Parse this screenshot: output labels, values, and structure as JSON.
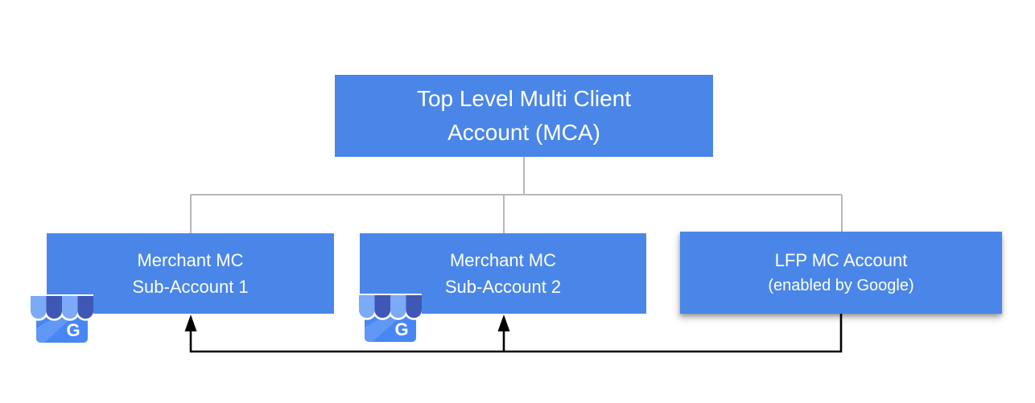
{
  "title": "Merchant Center account hierarchy diagram",
  "colors": {
    "box_blue": "#4a86e8",
    "text_white": "#ffffff",
    "connector_gray": "#b7b7b7",
    "arrow_black": "#000000",
    "icon_body_blue": "#4787f4",
    "icon_stripe_light": "#7baaf7",
    "icon_stripe_dark": "#3f57b5"
  },
  "nodes": {
    "root": {
      "line1": "Top Level Multi Client",
      "line2": "Account (MCA)"
    },
    "sub1": {
      "line1": "Merchant MC",
      "line2": "Sub-Account 1"
    },
    "sub2": {
      "line1": "Merchant MC",
      "line2": "Sub-Account 2"
    },
    "lfp": {
      "line1": "LFP MC Account",
      "line2": "(enabled by Google)"
    }
  },
  "icons": {
    "business_profile": {
      "name": "google-business-profile-icon",
      "letter": "G"
    }
  }
}
